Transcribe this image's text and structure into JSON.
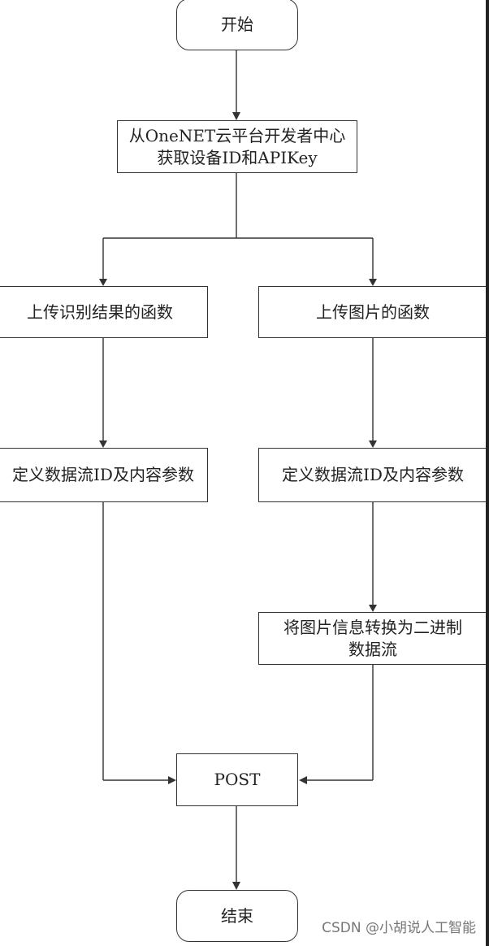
{
  "nodes": {
    "start": "开始",
    "get_credentials": "从OneNET云平台开发者中心\n获取设备ID和APIKey",
    "upload_result_fn": "上传识别结果的函数",
    "upload_image_fn": "上传图片的函数",
    "define_stream_left": "定义数据流ID及内容参数",
    "define_stream_right": "定义数据流ID及内容参数",
    "convert_binary": "将图片信息转换为二进制\n数据流",
    "post": "POST",
    "end": "结束"
  },
  "watermark": "CSDN @小胡说人工智能"
}
